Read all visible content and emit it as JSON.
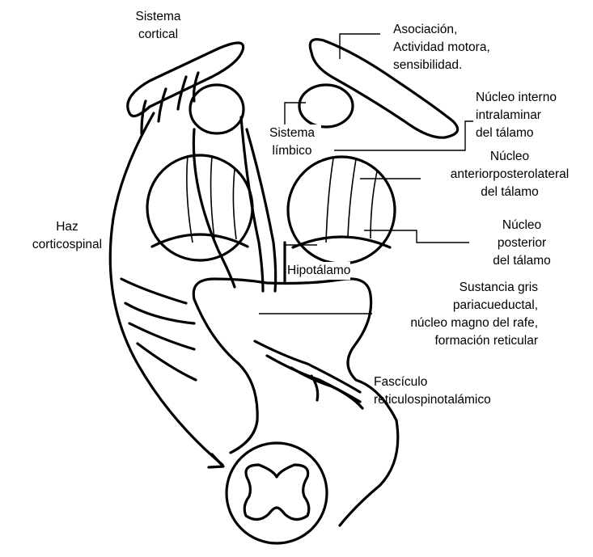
{
  "labels": {
    "sistema_cortical": [
      "Sistema",
      "cortical"
    ],
    "asociacion": [
      "Asociación,",
      "Actividad motora,",
      "sensibilidad."
    ],
    "nucleo_interno": [
      "Núcleo interno",
      "intralaminar",
      "del tálamo"
    ],
    "sistema_limbico": [
      "Sistema",
      "límbico"
    ],
    "nucleo_anterior": [
      "Núcleo",
      "anteriorposterolateral",
      "del tálamo"
    ],
    "haz": [
      "Haz",
      "corticospinal"
    ],
    "nucleo_posterior": [
      "Núcleo",
      "posterior",
      "del tálamo"
    ],
    "hipotalamo": "Hipotálamo",
    "sustancia": [
      "Sustancia gris",
      "pariacueductal,",
      "núcleo magno del rafe,",
      "formación reticular"
    ],
    "fasciculo": [
      "Fascículo",
      "reticulospinotalámico"
    ]
  }
}
